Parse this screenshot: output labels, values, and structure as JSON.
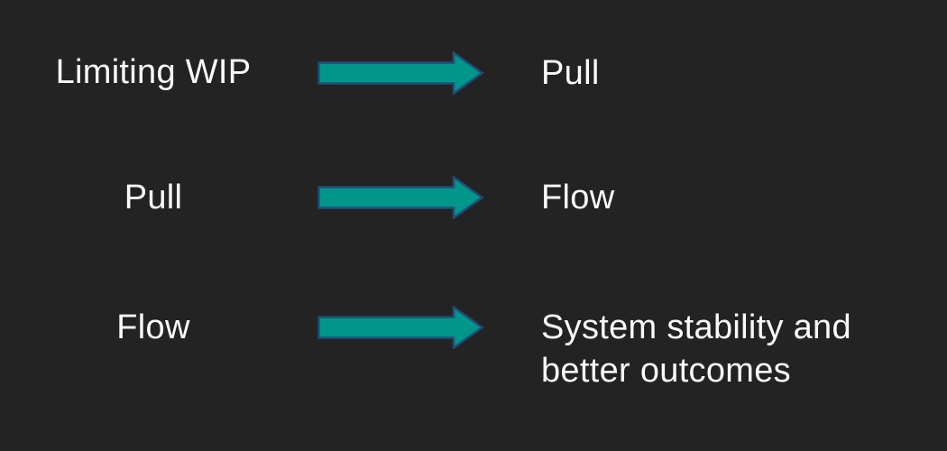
{
  "slide": {
    "colors": {
      "background": "#232323",
      "text": "#fafafa",
      "arrow_fill": "#00968a",
      "arrow_stroke": "#1f4e79"
    },
    "arrow_icon": "right-block-arrow",
    "rows": [
      {
        "from": "Limiting WIP",
        "to": "Pull"
      },
      {
        "from": "Pull",
        "to": "Flow"
      },
      {
        "from": "Flow",
        "to": "System stability and better outcomes"
      }
    ]
  }
}
